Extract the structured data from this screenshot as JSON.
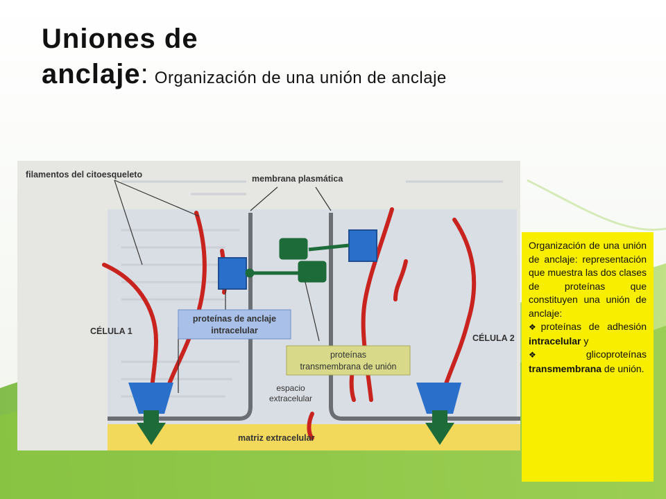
{
  "title": {
    "line1": "Uniones de",
    "line2_bold": "anclaje",
    "colon": ":",
    "subtitle": "Organización de una unión de anclaje"
  },
  "figure": {
    "labels": {
      "filaments": "filamentos del citoesqueleto",
      "membrane": "membrana plasmática",
      "cell1": "CÉLULA 1",
      "cell2": "CÉLULA 2",
      "intracellular_line1": "proteínas de anclaje",
      "intracellular_line2": "intracelular",
      "transmembrane_line1": "proteínas",
      "transmembrane_line2": "transmembrana de unión",
      "space_line1": "espacio",
      "space_line2": "extracelular",
      "matrix": "matriz extracelular"
    }
  },
  "note": {
    "intro": "Organización de una unión de anclaje: representación que muestra las dos clases de proteínas que constituyen una unión de anclaje:",
    "bullet1_a": "proteínas de adhesión",
    "bullet1_b": "intracelular",
    "bullet1_c": " y",
    "bullet2_a": "glicoproteínas",
    "bullet2_b": "transmembrana",
    "bullet2_c": " de unión."
  },
  "colors": {
    "accent_green": "#8cc63f",
    "note_bg": "#f7ee00",
    "filament_red": "#c8231e",
    "protein_blue": "#2a6fc9",
    "linker_green": "#1e6b3a",
    "matrix_yellow": "#f2d95c"
  }
}
